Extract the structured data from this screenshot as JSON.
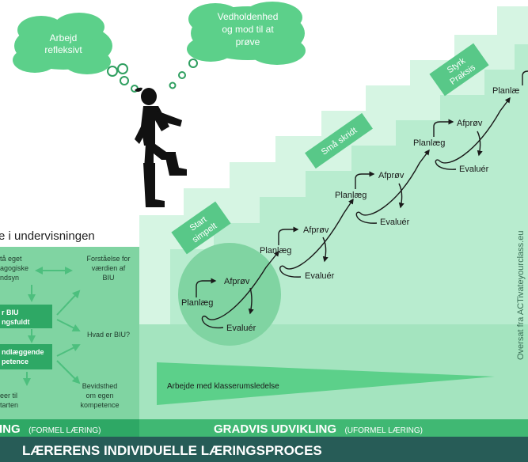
{
  "thought_bubbles": {
    "left": "Arbejd refleksivt",
    "left_lines": [
      "Arbejd",
      "refleksivt"
    ],
    "right": "Vedholdenhed og mod til at prøve",
    "right_lines": [
      "Vedholdenhed",
      "og mod til at",
      "prøve"
    ]
  },
  "stairs": {
    "step_labels": {
      "start": [
        "Start",
        "simpelt"
      ],
      "small": [
        "Små skridt"
      ],
      "strengthen": [
        "Styrk",
        "Praksis"
      ]
    },
    "cycles": [
      {
        "plan": "Planlæg",
        "try": "Afprøv",
        "eval": "Evaluér"
      },
      {
        "plan": "Planlæg",
        "try": "Afprøv",
        "eval": "Evaluér"
      },
      {
        "plan": "Planlæg",
        "try": "Afprøv",
        "eval": "Evaluér"
      },
      {
        "plan": "Planlæg",
        "try": "Afprøv",
        "eval": "Evaluér"
      },
      {
        "plan": "Planlæ"
      }
    ],
    "wedge_label": "Arbejde med klasserumsledelse",
    "credit": "Oversat fra ACTivateyourclass.eu"
  },
  "left_panel": {
    "heading": "e i undervisningen",
    "nodes": {
      "own_view": [
        "tå eget",
        "agogiske",
        "ndsyn"
      ],
      "value": [
        "Forståelse for",
        "værdien af",
        "BIU"
      ],
      "meaningful": [
        "r BIU",
        "ngsfuldt"
      ],
      "what_is": [
        "Hvad er BIU?"
      ],
      "basic": [
        "ndlæggende",
        "petence"
      ],
      "awareness": [
        "Bevidsthed",
        "om egen",
        "kompetence"
      ],
      "start": [
        "eer til",
        "tarten"
      ]
    }
  },
  "bottom_bars": {
    "formal_main": "ING",
    "formal_sub": "(FORMEL LÆRING)",
    "gradual_main": "GRADVIS UDVIKLING",
    "gradual_sub": "(UFORMEL LÆRING)",
    "footer": "LÆRERENS INDIVIDUELLE LÆRINGSPROCES"
  },
  "colors": {
    "bubble": "#5cd08a",
    "stair_light": "#c4f0d6",
    "stair_mid": "#a6e8c2",
    "label_green": "#58c888",
    "left_panel": "#80d4a2",
    "bar_green": "#2ea865",
    "footer_dark": "#275c57"
  }
}
